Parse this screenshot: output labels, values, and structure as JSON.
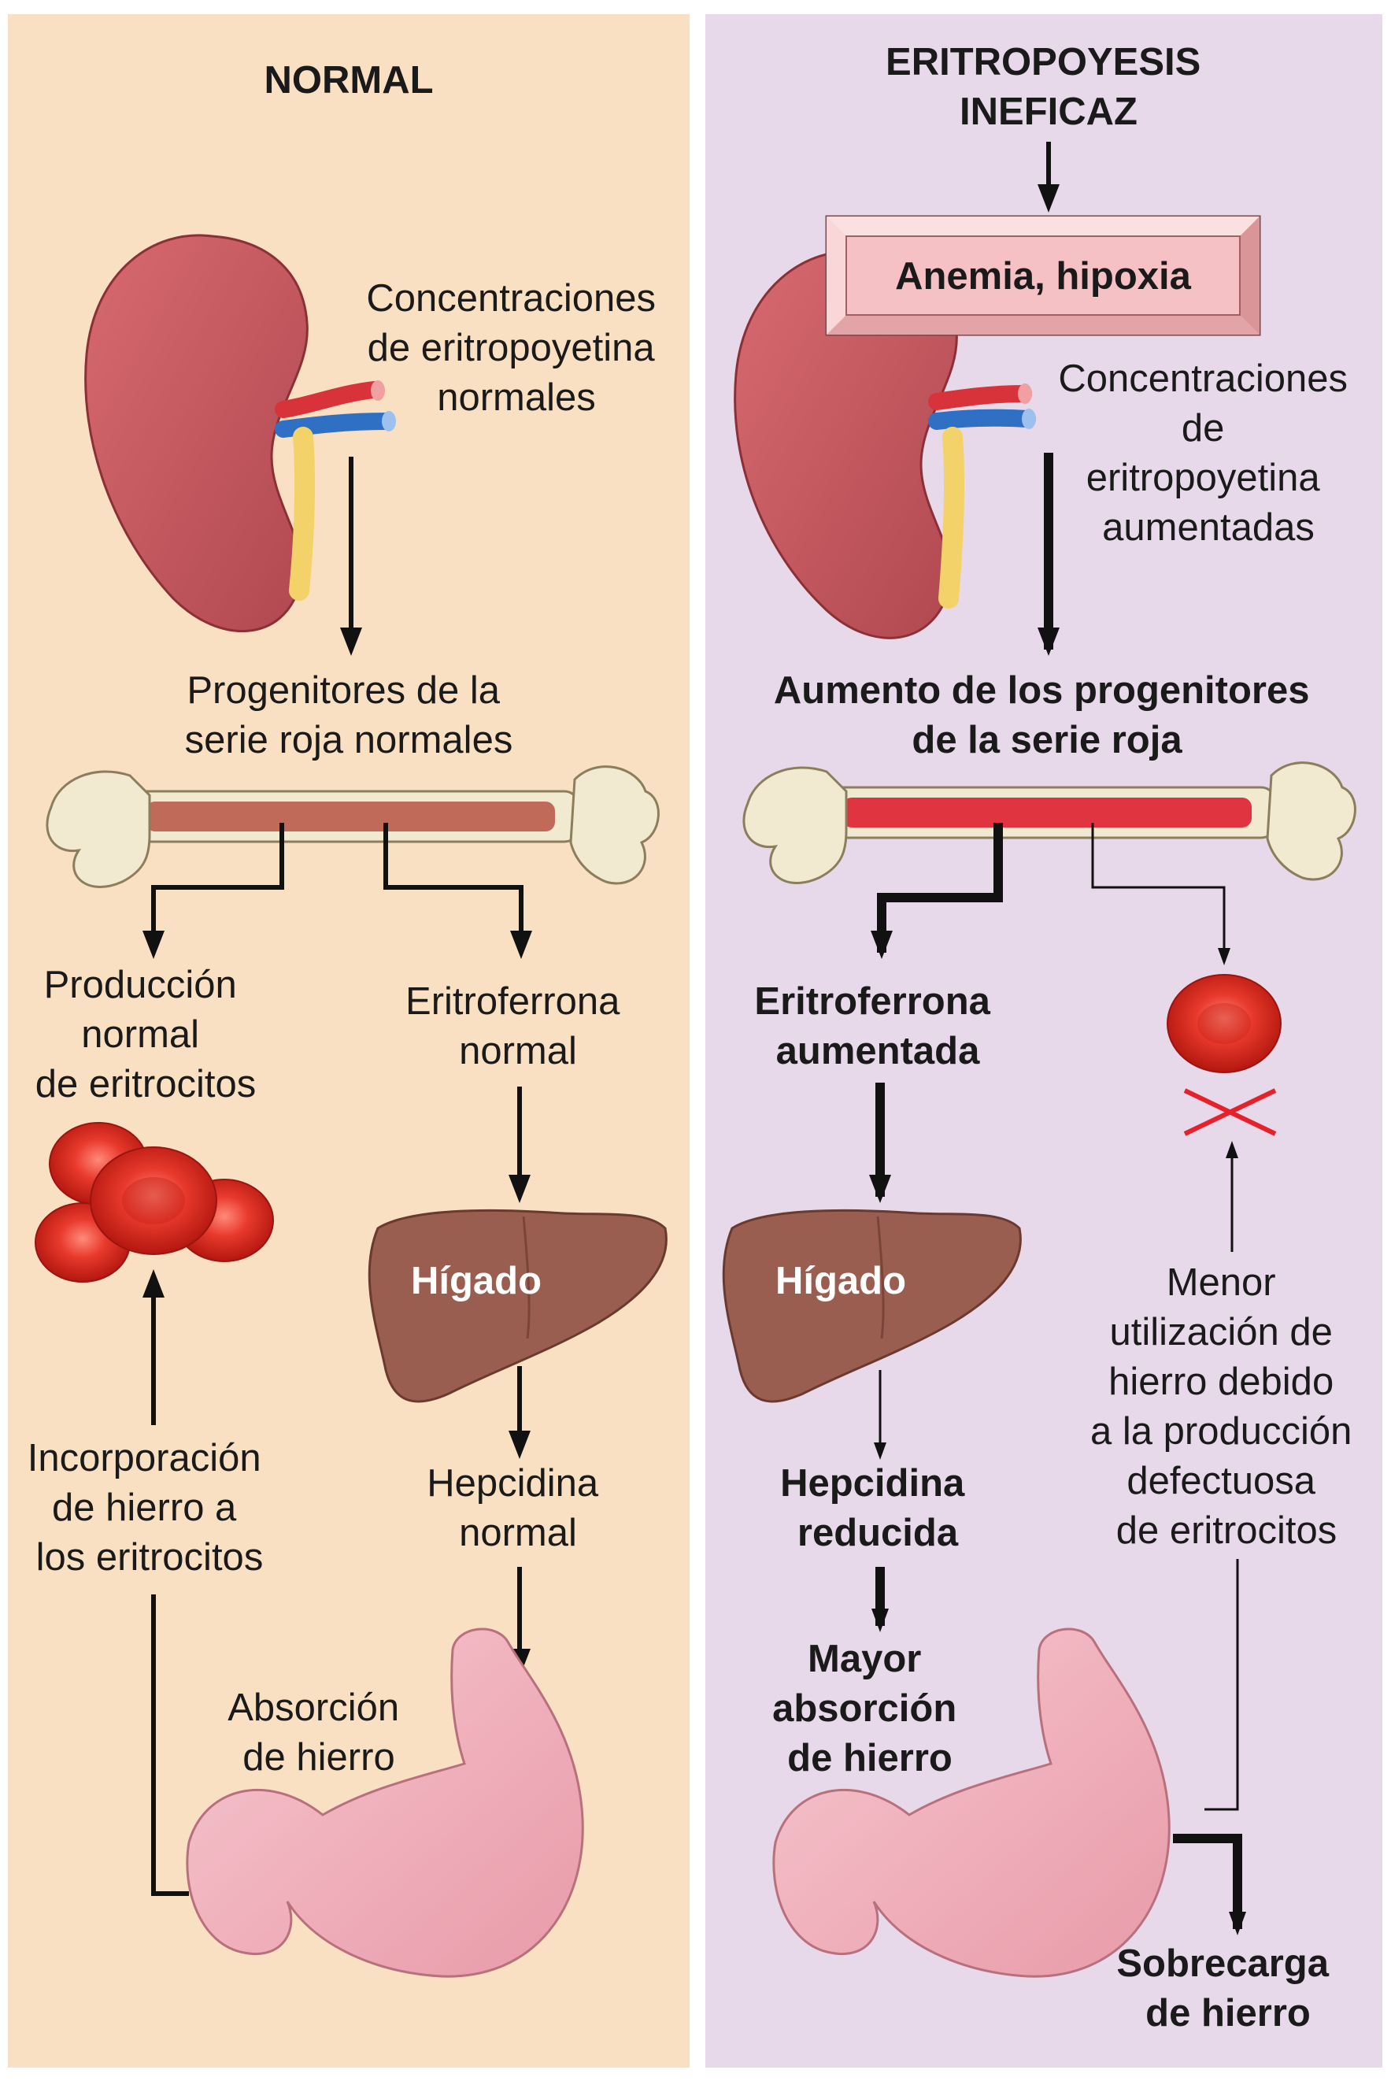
{
  "normal": {
    "title": "NORMAL",
    "epo": [
      "Concentraciones",
      "de eritropoyetina",
      "normales"
    ],
    "progenitors": [
      "Progenitores de la",
      "serie roja normales"
    ],
    "rbc_production": [
      "Producción",
      "normal",
      "de eritrocitos"
    ],
    "erythroferrone": [
      "Eritroferrona",
      "normal"
    ],
    "liver": "Hígado",
    "hepcidin": [
      "Hepcidina",
      "normal"
    ],
    "iron_incorporation": [
      "Incorporación",
      "de hierro a",
      "los eritrocitos"
    ],
    "iron_absorption": [
      "Absorción",
      "de hierro"
    ]
  },
  "ineffective": {
    "title": [
      "ERITROPOYESIS",
      "INEFICAZ"
    ],
    "anemia_box": "Anemia, hipoxia",
    "epo": [
      "Concentraciones",
      "de",
      "eritropoyetina",
      "aumentadas"
    ],
    "progenitors": [
      "Aumento de los progenitores",
      "de la serie roja"
    ],
    "erythroferrone": [
      "Eritroferrona",
      "aumentada"
    ],
    "liver": "Hígado",
    "hepcidin": [
      "Hepcidina",
      "reducida"
    ],
    "iron_absorption": [
      "Mayor",
      "absorción",
      "de hierro"
    ],
    "iron_utilization": [
      "Menor",
      "utilización de",
      "hierro debido",
      "a la producción",
      "defectuosa",
      "de eritrocitos"
    ],
    "iron_overload": [
      "Sobrecarga",
      "de hierro"
    ]
  },
  "colors": {
    "normal_panel": "#fae0c2",
    "ineffective_panel": "#e8d9ea",
    "kidney": "#c95a62",
    "bone": "#f1ead0",
    "marrow": "#c06a5a",
    "liver": "#9a5e50",
    "stomach": "#f2b3bf",
    "rbc": "#e0312a",
    "blocked_x": "#e8202a",
    "anemia_box": "#f7c7c9"
  }
}
